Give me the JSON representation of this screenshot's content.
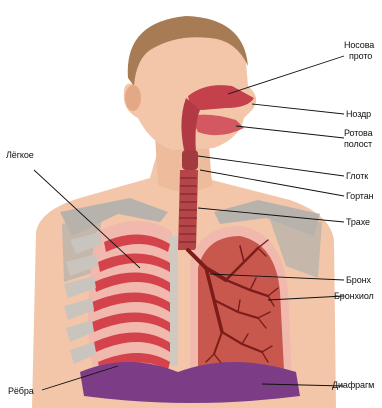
{
  "labels": {
    "nasal_cavity_line1": "Носова",
    "nasal_cavity_line2": "прото",
    "nostril": "Ноздр",
    "oral_cavity_line1": "Ротова",
    "oral_cavity_line2": "полост",
    "pharynx": "Глотк",
    "larynx": "Гортан",
    "trachea": "Трахе",
    "bronchus": "Бронх",
    "bronchiole": "Бронхиол",
    "diaphragm": "Диафрагм",
    "lung": "Лёгкое",
    "ribs": "Рёбра"
  },
  "colors": {
    "skin": "#f3c6a9",
    "skin_shadow": "#e3a886",
    "hair": "#a77c55",
    "lung_inner": "#c8584e",
    "lung_outer": "#f1b8ae",
    "rib_red": "#d4434c",
    "bone_gray": "#b7b2ac",
    "diaphragm_purple": "#7d3d86",
    "bronchi_dark": "#7d1d1a",
    "airway_red": "#c4404a",
    "leader_line": "#111111"
  }
}
